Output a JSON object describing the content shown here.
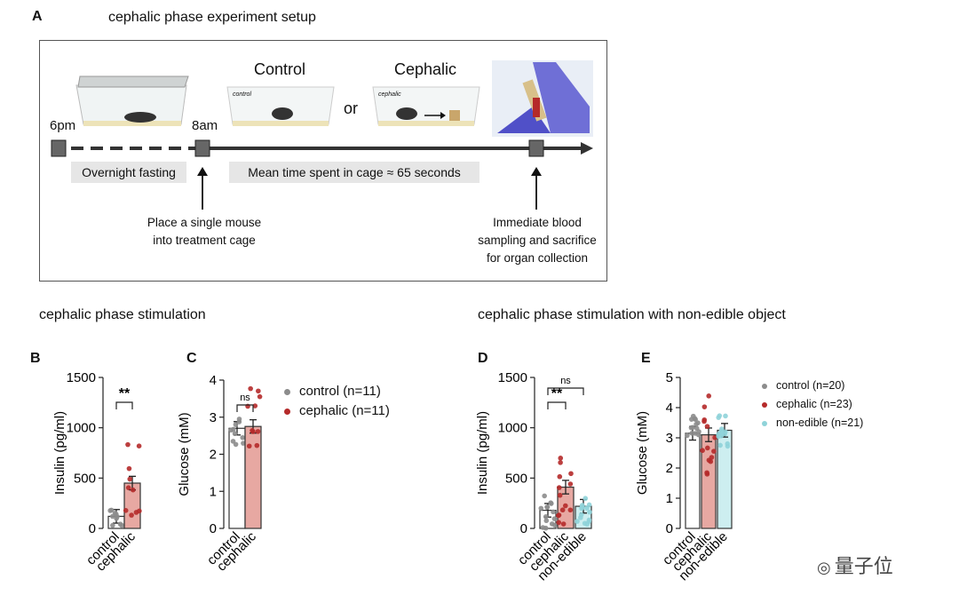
{
  "panel_a": {
    "letter": "A",
    "title": "cephalic phase experiment setup",
    "time_start": "6pm",
    "time_8am": "8am",
    "cage_control": "Control",
    "cage_or": "or",
    "cage_cephalic": "Cephalic",
    "cage_control_inner": "control",
    "cage_cephalic_inner": "cephalic",
    "fasting_label": "Overnight fasting",
    "mean_time_label": "Mean time spent in cage ≈ 65 seconds",
    "caption_place": [
      "Place a single mouse",
      "into treatment cage"
    ],
    "caption_blood": [
      "Immediate blood",
      "sampling and sacrifice",
      "for organ collection"
    ]
  },
  "section_titles": {
    "left": "cephalic phase stimulation",
    "right": "cephalic phase stimulation with non-edible object"
  },
  "colors": {
    "control": "#8c8c8c",
    "cephalic": "#b52a2a",
    "cephalic_fill": "#e7a8a2",
    "nonedible": "#8fd3d9",
    "nonedible_fill": "#cdeef0"
  },
  "chart_data": [
    {
      "panel": "B",
      "type": "bar",
      "ylabel": "Insulin (pg/ml)",
      "ylim": [
        0,
        1500
      ],
      "yticks": [
        "0",
        "500",
        "1000",
        "1500"
      ],
      "categories": [
        "control",
        "cephalic"
      ],
      "values": [
        120,
        450
      ],
      "sig": "**"
    },
    {
      "panel": "C",
      "type": "bar",
      "ylabel": "Glucose (mM)",
      "ylim": [
        0,
        4
      ],
      "yticks": [
        "0",
        "1",
        "2",
        "3",
        "4"
      ],
      "categories": [
        "control",
        "cephalic"
      ],
      "values": [
        2.7,
        2.75
      ],
      "sig": "ns",
      "legend": [
        "control (n=11)",
        "cephalic (n=11)"
      ]
    },
    {
      "panel": "D",
      "type": "bar",
      "ylabel": "Insulin (pg/ml)",
      "ylim": [
        0,
        1500
      ],
      "yticks": [
        "0",
        "500",
        "1000",
        "1500"
      ],
      "categories": [
        "control",
        "cephalic",
        "non-edible"
      ],
      "values": [
        180,
        410,
        220
      ],
      "sig": [
        "**",
        "ns"
      ]
    },
    {
      "panel": "E",
      "type": "bar",
      "ylabel": "Glucose (mM)",
      "ylim": [
        0,
        5
      ],
      "yticks": [
        "0",
        "1",
        "2",
        "3",
        "4",
        "5"
      ],
      "categories": [
        "control",
        "cephalic",
        "non-edible"
      ],
      "values": [
        3.15,
        3.1,
        3.25
      ],
      "legend": [
        "control (n=20)",
        "cephalic (n=23)",
        "non-edible (n=21)"
      ]
    }
  ],
  "watermark": "量子位"
}
